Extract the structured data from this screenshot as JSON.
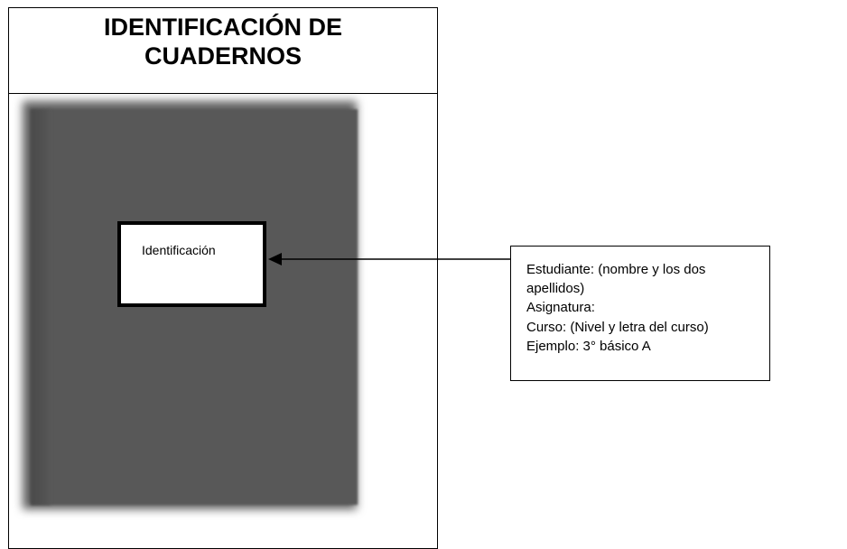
{
  "title": {
    "line1": "IDENTIFICACIÓN DE",
    "line2": "CUADERNOS"
  },
  "notebook": {
    "label_text": "Identificación",
    "cover_color": "#585858"
  },
  "info_box": {
    "lines": [
      "Estudiante: (nombre y los dos",
      "apellidos)",
      "Asignatura:",
      "Curso: (Nivel y letra del curso)",
      "Ejemplo: 3° básico A"
    ]
  },
  "icons": {
    "pointer": "arrow-left-icon"
  }
}
